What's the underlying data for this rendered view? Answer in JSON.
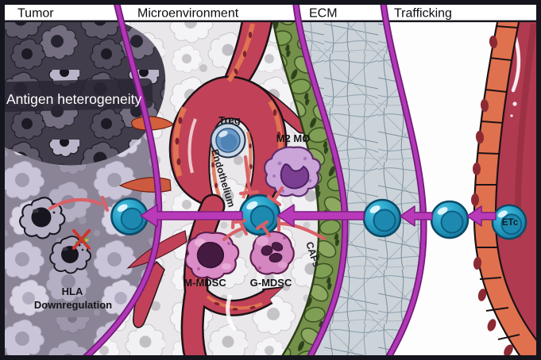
{
  "header": {
    "sections": [
      {
        "label": "Tumor"
      },
      {
        "label": "Microenvironment"
      },
      {
        "label": "ECM"
      },
      {
        "label": "Trafficking"
      }
    ]
  },
  "labels": {
    "antigen_heterogeneity": "Antigen heterogeneity",
    "hla_line1": "HLA",
    "hla_line2": "Downregulation",
    "treg": "Treg",
    "m2_macrophage": "M2 MØ",
    "endothelium": "Endothelium",
    "m_mdsc": "M-MDSC",
    "g_mdsc": "G-MDSC",
    "cafs": "CAFs",
    "etc_cell": "ETc"
  },
  "colors": {
    "divider_purple": "#a82fae",
    "arrow_magenta": "#b93ab8",
    "inhibition_red": "#da6067",
    "t_cell_teal": "#2aa3c8",
    "treg_blue": "#6b9bc9",
    "m2_purple": "#cba5d8",
    "mdsc_pink": "#d986c2",
    "vessel_red": "#c14258",
    "vessel_wall_orange": "#df7352",
    "cafs_green": "#74904a",
    "ecm_gray": "#ccd4da",
    "header_bg": "#ffffff",
    "frame": "#15151d"
  }
}
